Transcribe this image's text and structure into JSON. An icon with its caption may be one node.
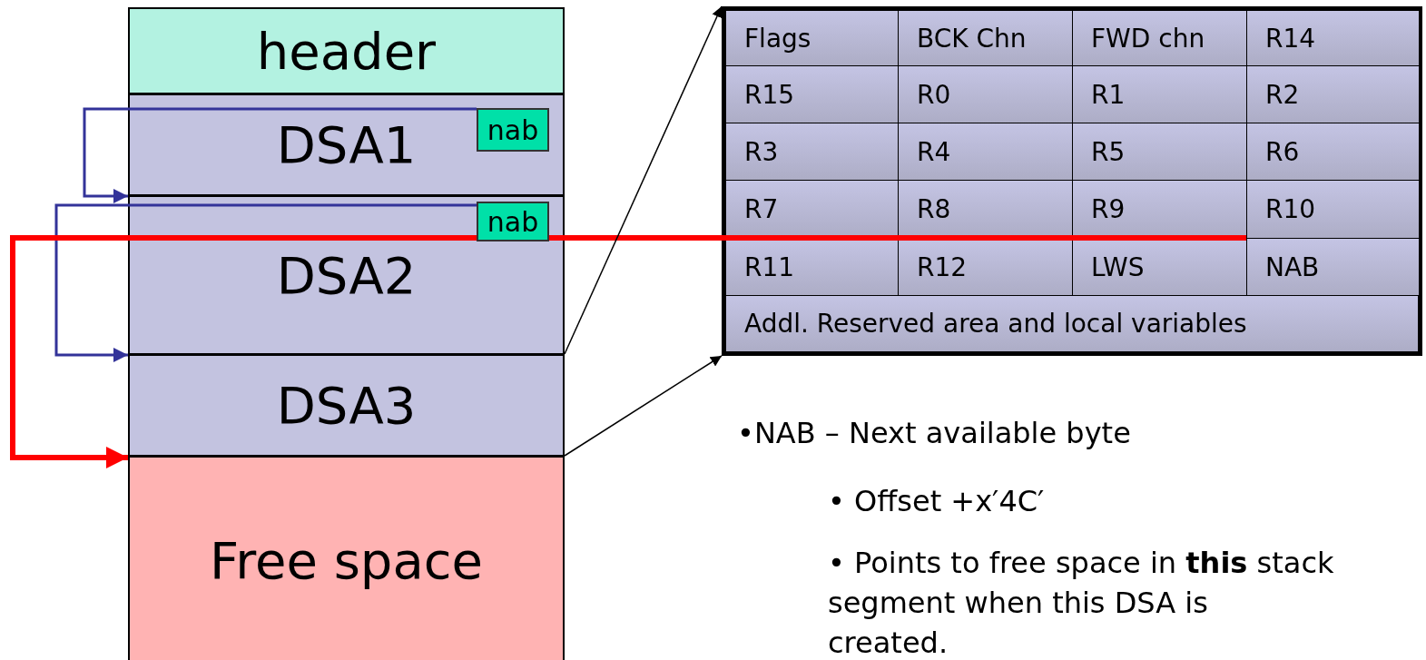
{
  "diagram": {
    "nodes": [
      {
        "text": [
          "header"
        ]
      },
      {
        "text": [
          "DSA1"
        ]
      },
      {
        "text": [
          "nab"
        ],
        "in": 1
      },
      {
        "text": [
          "DSA2"
        ]
      },
      {
        "text": [
          "nab"
        ],
        "in": 3
      },
      {
        "text": [
          "DSA3"
        ]
      },
      {
        "text": [
          "Free space"
        ]
      },
      {
        "text": [],
        "shape": "box"
      },
      {
        "text": [
          "Flags"
        ],
        "in": 7
      },
      {
        "text": [
          "BCK Chn"
        ],
        "in": 7
      },
      {
        "text": [
          "FWD chn"
        ],
        "in": 7
      },
      {
        "text": [
          "R14"
        ],
        "in": 7
      },
      {
        "text": [
          "R15"
        ],
        "in": 7
      },
      {
        "text": [
          "R0"
        ],
        "in": 7
      },
      {
        "text": [
          "R1"
        ],
        "in": 7
      },
      {
        "text": [
          "R2"
        ],
        "in": 7
      },
      {
        "text": [
          "R3"
        ],
        "in": 7
      },
      {
        "text": [
          "R4"
        ],
        "in": 7
      },
      {
        "text": [
          "R5"
        ],
        "in": 7
      },
      {
        "text": [
          "R6"
        ],
        "in": 7
      },
      {
        "text": [
          "R7"
        ],
        "in": 7
      },
      {
        "text": [
          "R8"
        ],
        "in": 7
      },
      {
        "text": [
          "R9"
        ],
        "in": 7
      },
      {
        "text": [
          "R10"
        ],
        "in": 7
      },
      {
        "text": [
          "R11"
        ],
        "in": 7
      },
      {
        "text": [
          "R12"
        ],
        "in": 7
      },
      {
        "text": [
          "LWS"
        ],
        "in": 7
      },
      {
        "text": [
          "NAB"
        ],
        "in": 7
      },
      {
        "text": [
          "Addl. Reserved area and local variables"
        ],
        "in": 7
      }
    ],
    "edges": [
      {
        "from": 2,
        "to": 3,
        "arrow": "to",
        "color": "#333399"
      },
      {
        "from": 4,
        "to": 5,
        "arrow": "to",
        "color": "#333399"
      },
      {
        "from": 27,
        "to": 6,
        "arrow": "to",
        "style": "thick",
        "color": "#ff0000"
      },
      {
        "from": 5,
        "to": 7,
        "arrow": "to",
        "color": "#000000"
      },
      {
        "from": 5,
        "to": 7,
        "arrow": "to",
        "color": "#000000"
      }
    ],
    "labels": [
      "•NAB – Next available byte",
      "• Offset +x′4C′",
      "• Points to free space in **this** stack segment when this DSA is created."
    ]
  }
}
